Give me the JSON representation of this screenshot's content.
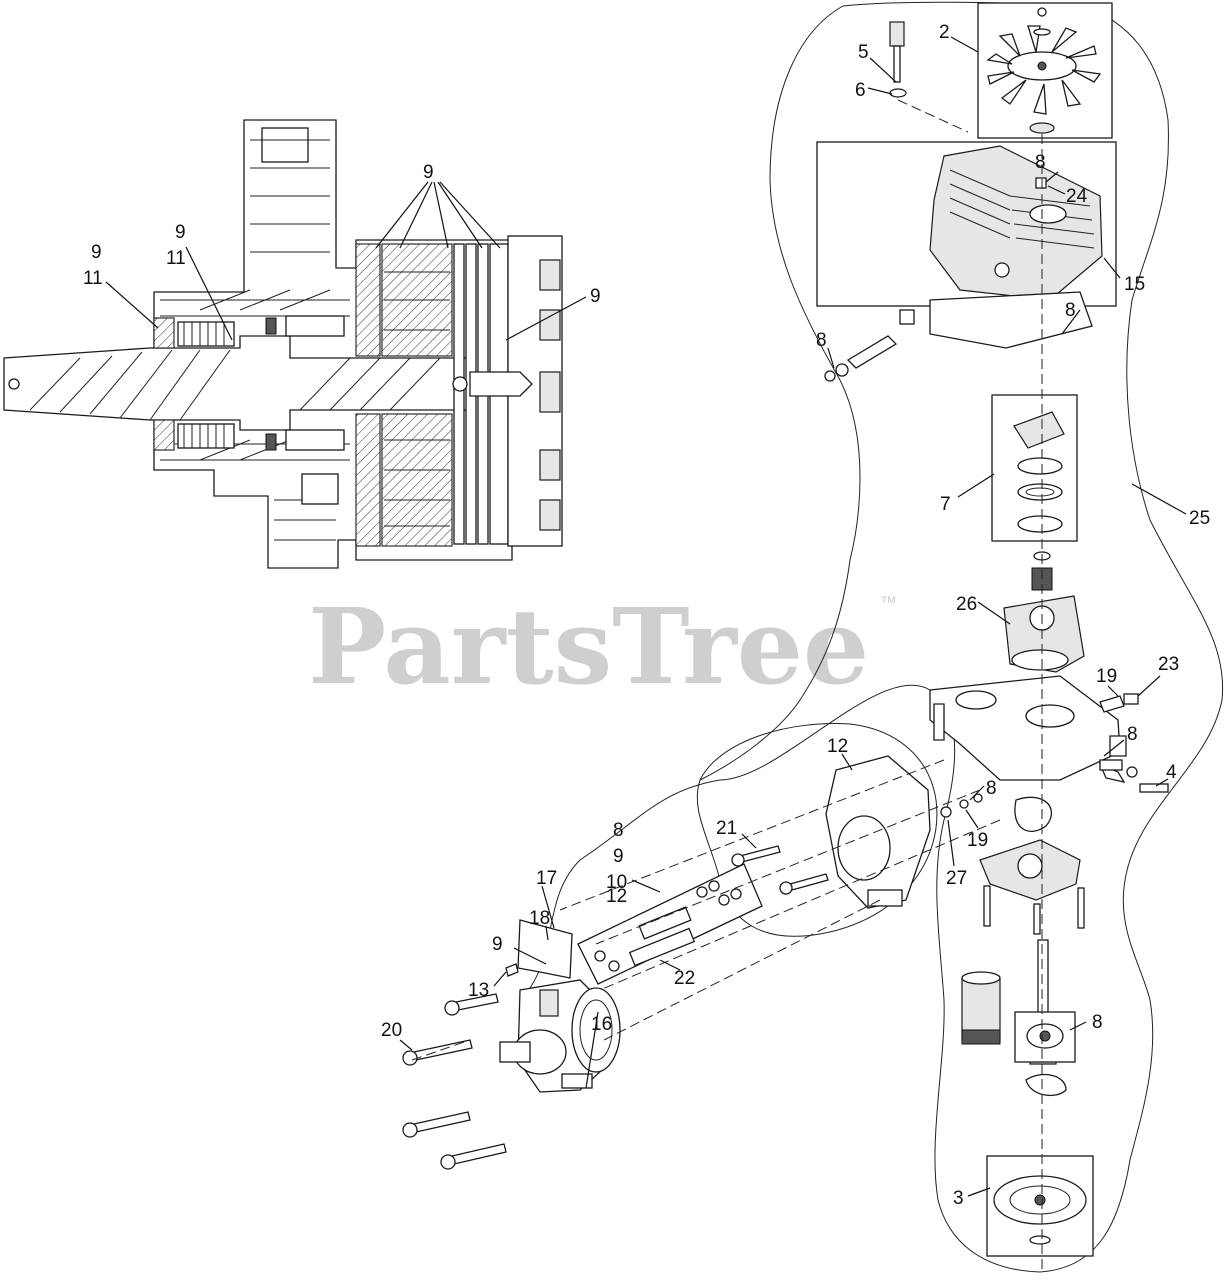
{
  "watermark": {
    "text": "PartsTree",
    "trademark": "™"
  },
  "labels": {
    "sec_9a": "9",
    "sec_11a": "11",
    "sec_9b": "9",
    "sec_11b": "11",
    "sec_9top": "9",
    "sec_9right": "9",
    "p2": "2",
    "p5": "5",
    "p6": "6",
    "p8a": "8",
    "p24": "24",
    "p15": "15",
    "p8b": "8",
    "p8c": "8",
    "p7": "7",
    "p25": "25",
    "p26": "26",
    "p19a": "19",
    "p23": "23",
    "p12a": "12",
    "p8d": "8",
    "p4": "4",
    "p8e": "8",
    "p19b": "19",
    "p27": "27",
    "p21": "21",
    "p8f": "8",
    "p9f": "9",
    "p10": "10",
    "p12f": "12",
    "p17": "17",
    "p18": "18",
    "p9g": "9",
    "p22": "22",
    "p13": "13",
    "p20": "20",
    "p16": "16",
    "p8g": "8",
    "p3": "3"
  }
}
